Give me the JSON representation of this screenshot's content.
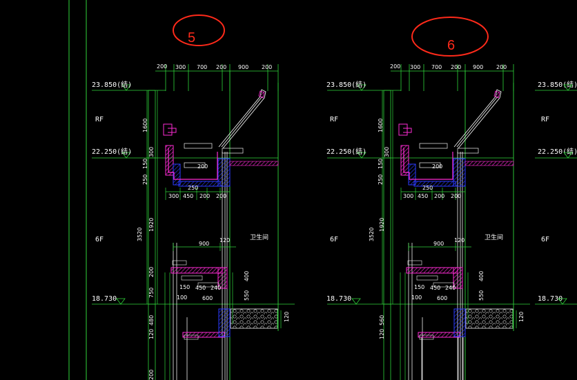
{
  "colors": {
    "background": "#000000",
    "grid_green": "#2fd63a",
    "wall_white": "#f2f2f2",
    "hatch_magenta": "#ff2bd6",
    "hatch_blue": "#2b3bff",
    "marker_red": "#ff2a1a",
    "text_white": "#ffffff"
  },
  "markers": {
    "m5": "5",
    "m6": "6"
  },
  "levels": {
    "top": "23.850(结)",
    "mid": "22.250(结)",
    "low": "18.730"
  },
  "floors": {
    "roof": "RF",
    "sixth": "6F"
  },
  "room_label": "卫生间",
  "dims": {
    "top_row": [
      "200",
      "300",
      "700",
      "200",
      "900",
      "200"
    ],
    "left_col": [
      "1600",
      "300",
      "150",
      "250"
    ],
    "bottom_row": [
      "300",
      "450",
      "200",
      "200"
    ],
    "detail_a": "200",
    "detail_b": "250",
    "mid_total": "3520",
    "mid_span": "1920",
    "lower_col": [
      "200",
      "750",
      "480",
      "120",
      "200"
    ],
    "lower_col_b": [
      "560",
      "120"
    ],
    "wc_width": "900",
    "wc_right": "120",
    "small_a": "400",
    "small_b": "550",
    "small_c": "600",
    "small_d": "120",
    "small_e": "450",
    "small_f": "240",
    "small_g": "150",
    "small_h": "100"
  }
}
